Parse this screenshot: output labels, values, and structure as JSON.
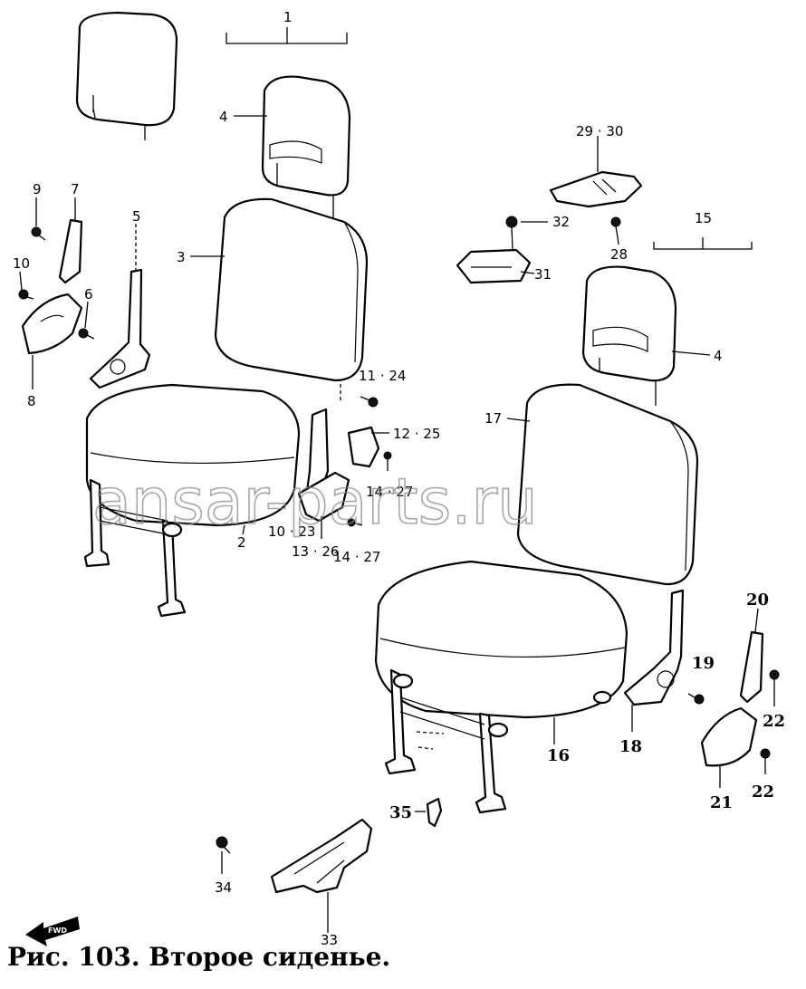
{
  "caption": "Рис. 103. Второе сиденье.",
  "watermark": "ansar-parts.ru",
  "front_arrow_text": "FWD",
  "labels": {
    "l1": "1",
    "l4a": "4",
    "l3": "3",
    "l9": "9",
    "l7": "7",
    "l5": "5",
    "l10": "10",
    "l6": "6",
    "l8": "8",
    "l11_24": "11 · 24",
    "l12_25": "12 · 25",
    "l14_27a": "14 · 27",
    "l10_23": "10 · 23",
    "l13_26": "13 · 26",
    "l14_27b": "14 · 27",
    "l2": "2",
    "l29_30": "29 · 30",
    "l32": "32",
    "l28": "28",
    "l31": "31",
    "l15": "15",
    "l4b": "4",
    "l17": "17",
    "l20": "20",
    "l19": "19",
    "l22a": "22",
    "l22b": "22",
    "l18": "18",
    "l16": "16",
    "l21": "21",
    "l35": "35",
    "l34": "34",
    "l33": "33"
  }
}
